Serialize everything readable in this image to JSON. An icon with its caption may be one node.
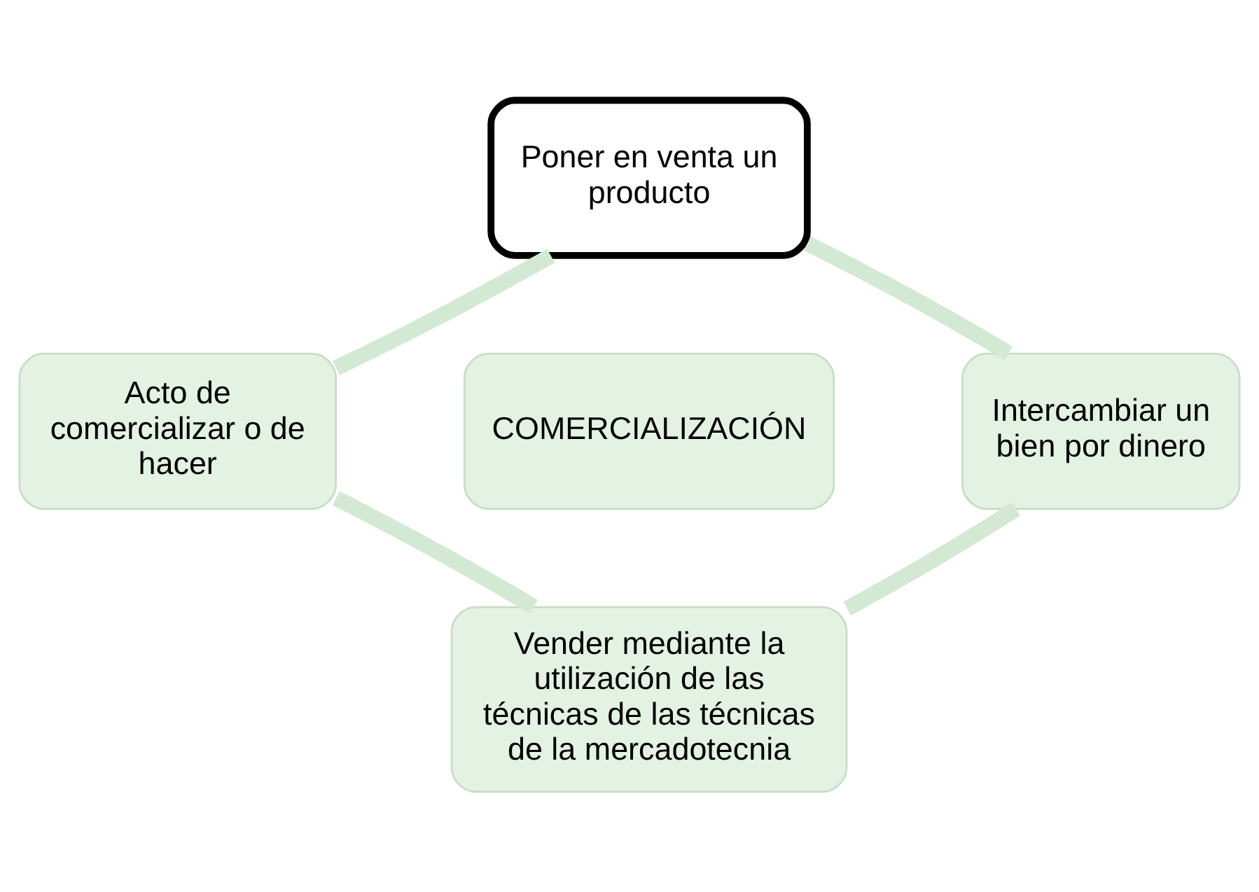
{
  "diagram": {
    "nodes": [
      {
        "text": [
          "Poner en venta un producto"
        ]
      },
      {
        "text": [
          "Acto de comercializar o de hacer"
        ]
      },
      {
        "text": [
          "COMERCIALIZACIÓN"
        ]
      },
      {
        "text": [
          "Intercambiar un bien por dinero"
        ]
      },
      {
        "text": [
          "Vender mediante la utilización de las técnicas de las técnicas de la mercadotecnia"
        ]
      }
    ],
    "edges": [
      {
        "from": 0,
        "to": 3,
        "arrow": "none"
      },
      {
        "from": 3,
        "to": 4,
        "arrow": "none"
      },
      {
        "from": 4,
        "to": 1,
        "arrow": "none"
      },
      {
        "from": 1,
        "to": 0,
        "arrow": "none"
      }
    ]
  }
}
